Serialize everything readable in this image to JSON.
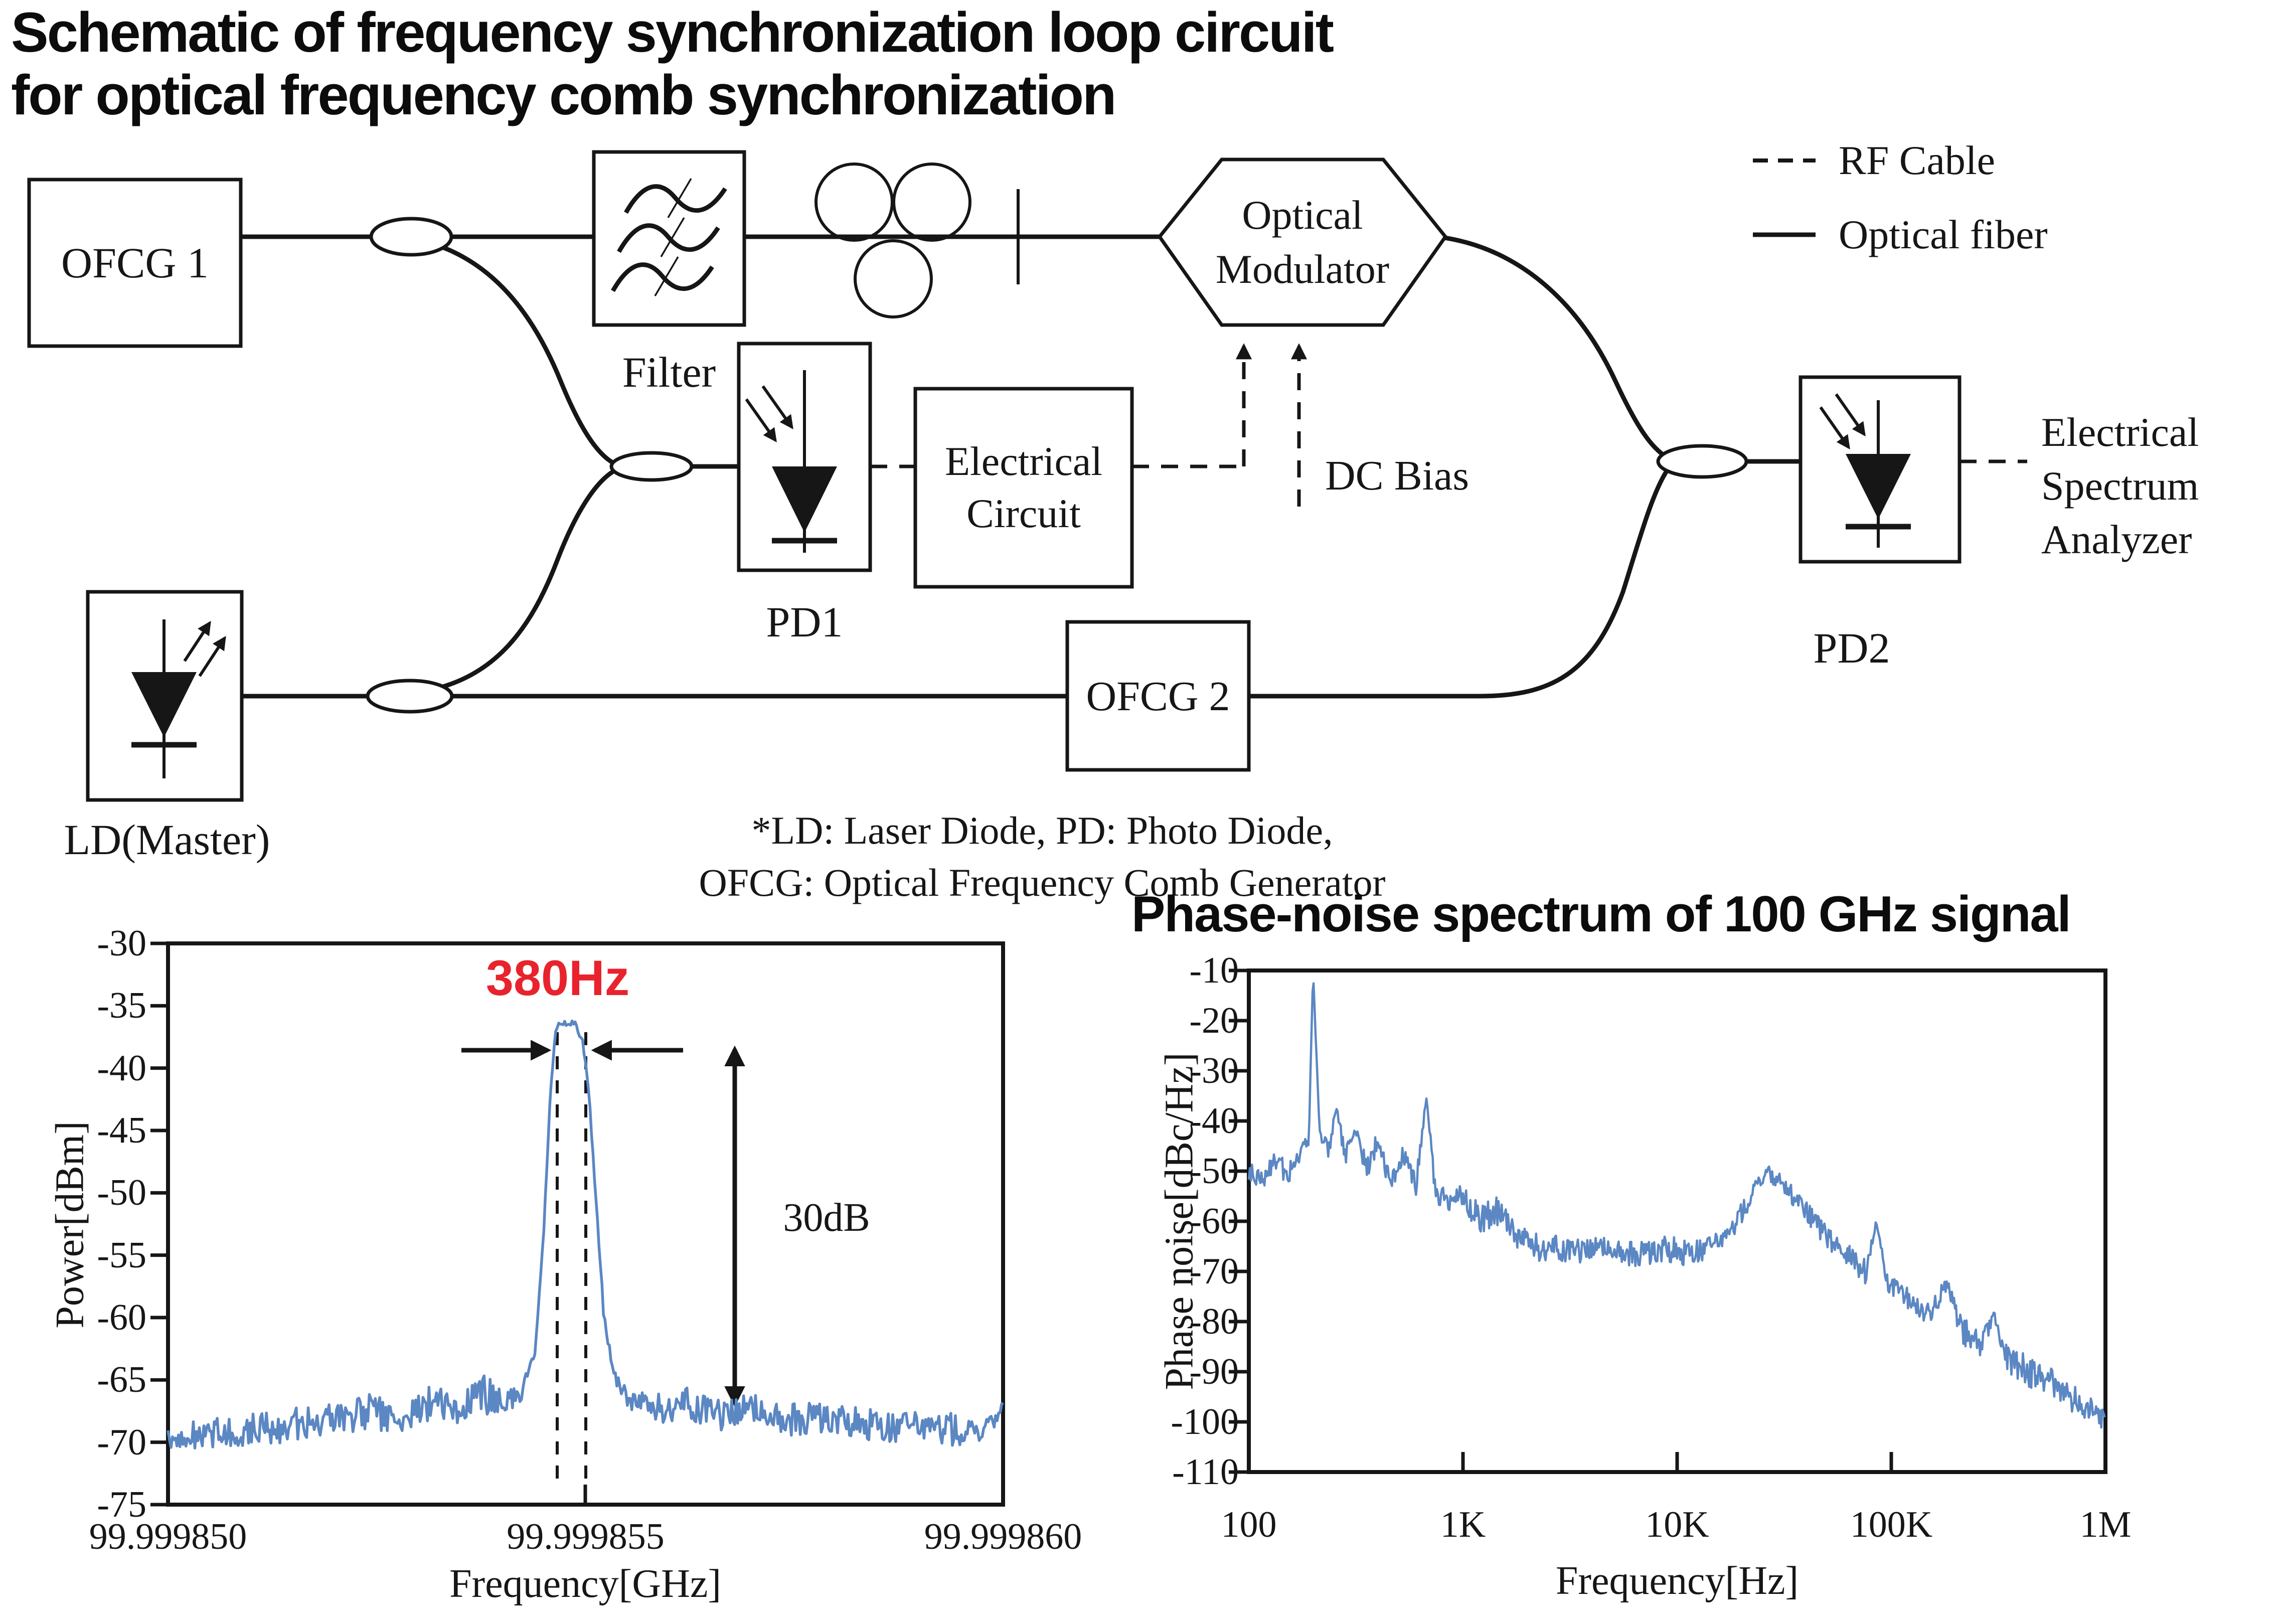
{
  "title": {
    "line1": "Schematic of frequency synchronization loop circuit",
    "line2": "for optical frequency comb synchronization"
  },
  "legend": {
    "rf_cable": "RF Cable",
    "optical_fiber": "Optical fiber"
  },
  "schematic": {
    "ofcg1": "OFCG 1",
    "filter": "Filter",
    "pd1": "PD1",
    "electrical_circuit_line1": "Electrical",
    "electrical_circuit_line2": "Circuit",
    "optical_modulator_line1": "Optical",
    "optical_modulator_line2": "Modulator",
    "dc_bias": "DC Bias",
    "ofcg2": "OFCG 2",
    "ld_master": "LD(Master)",
    "pd2": "PD2",
    "esa_line1": "Electrical",
    "esa_line2": "Spectrum",
    "esa_line3": "Analyzer",
    "footnote_line1": "*LD: Laser Diode, PD: Photo Diode,",
    "footnote_line2": "OFCG: Optical Frequency Comb Generator"
  },
  "colors": {
    "trace": "#5b87c3",
    "annotation_red": "#e8232d",
    "ink": "#161616"
  },
  "chart_data": [
    {
      "type": "line",
      "name": "rf_beat_spectrum",
      "xlabel": "Frequency[GHz]",
      "ylabel": "Power[dBm]",
      "xlim": [
        99.99985,
        99.99986
      ],
      "ylim": [
        -75,
        -30
      ],
      "xticks": {
        "labels": [
          "99.999850",
          "99.999855",
          "99.999860"
        ],
        "fractions": [
          0,
          0.5,
          1
        ]
      },
      "yticks": [
        -30,
        -35,
        -40,
        -45,
        -50,
        -55,
        -60,
        -65,
        -70,
        -75
      ],
      "grid": false,
      "annotations": {
        "peak_width_label": "380Hz",
        "peak_width_hz": 380,
        "height_label": "30dB",
        "height_db": 30,
        "peak_frequency_GHz": 99.9998548,
        "peak_power_dBm": -36.3,
        "noise_floor_dBm": -68.5
      },
      "x_unit_note": "points x = offset above 99.999850 GHz in 1e-6 GHz; third value = noise amplitude dB",
      "points": [
        [
          0,
          -69.8,
          1.2
        ],
        [
          0.6,
          -69.2,
          1.2
        ],
        [
          1.2,
          -68.8,
          1.4
        ],
        [
          1.8,
          -68.3,
          1.3
        ],
        [
          2.4,
          -67.6,
          1.5
        ],
        [
          2.8,
          -68.2,
          1.2
        ],
        [
          3.2,
          -66.6,
          1.5
        ],
        [
          3.5,
          -67.4,
          1.3
        ],
        [
          3.8,
          -66.2,
          1.6
        ],
        [
          4.05,
          -66.9,
          1.0
        ],
        [
          4.25,
          -65.8,
          0.7
        ],
        [
          4.4,
          -62.5,
          0.4
        ],
        [
          4.5,
          -53,
          0.3
        ],
        [
          4.58,
          -42,
          0.2
        ],
        [
          4.64,
          -37.0,
          0.2
        ],
        [
          4.7,
          -36.3,
          0.25
        ],
        [
          4.88,
          -36.5,
          0.25
        ],
        [
          4.97,
          -38.0,
          0.2
        ],
        [
          5.04,
          -42,
          0.2
        ],
        [
          5.12,
          -50,
          0.3
        ],
        [
          5.22,
          -60,
          0.4
        ],
        [
          5.34,
          -64.8,
          0.6
        ],
        [
          5.5,
          -66.5,
          1.0
        ],
        [
          5.8,
          -67.2,
          1.3
        ],
        [
          6.2,
          -67.0,
          1.4
        ],
        [
          6.6,
          -67.8,
          1.3
        ],
        [
          7.0,
          -67.5,
          1.5
        ],
        [
          7.4,
          -68.2,
          1.3
        ],
        [
          7.8,
          -67.9,
          1.4
        ],
        [
          8.2,
          -68.4,
          1.3
        ],
        [
          8.6,
          -68.8,
          1.3
        ],
        [
          9.0,
          -68.5,
          1.4
        ],
        [
          9.4,
          -69.0,
          1.3
        ],
        [
          9.7,
          -69.2,
          1.0
        ],
        [
          9.9,
          -68.3,
          0.5
        ],
        [
          10,
          -66.8,
          0.3
        ]
      ]
    },
    {
      "type": "line",
      "name": "phase_noise_spectrum",
      "title": "Phase-noise spectrum of 100 GHz signal",
      "xlabel": "Frequency[Hz]",
      "ylabel": "Phase noise[dBc/Hz]",
      "xscale": "log",
      "xlim": [
        100,
        1000000
      ],
      "ylim": [
        -110,
        -10
      ],
      "xticks": {
        "labels": [
          "100",
          "1K",
          "10K",
          "100K",
          "1M"
        ],
        "fractions": [
          0,
          0.25,
          0.5,
          0.75,
          1
        ]
      },
      "yticks": [
        -10,
        -20,
        -30,
        -40,
        -50,
        -60,
        -70,
        -80,
        -90,
        -100,
        -110
      ],
      "grid": false,
      "x_unit_note": "points x = log10(frequency in Hz); third value = noise amplitude dB",
      "points": [
        [
          2.0,
          -50,
          2
        ],
        [
          2.06,
          -52,
          2
        ],
        [
          2.12,
          -47,
          2.5
        ],
        [
          2.18,
          -51,
          2
        ],
        [
          2.24,
          -46,
          2
        ],
        [
          2.28,
          -44,
          1
        ],
        [
          2.3,
          -10,
          0
        ],
        [
          2.33,
          -42,
          1
        ],
        [
          2.37,
          -46,
          2
        ],
        [
          2.41,
          -38,
          1
        ],
        [
          2.45,
          -47,
          2
        ],
        [
          2.5,
          -41,
          2
        ],
        [
          2.55,
          -50,
          2.5
        ],
        [
          2.6,
          -44,
          2
        ],
        [
          2.66,
          -52,
          2.5
        ],
        [
          2.72,
          -47,
          2
        ],
        [
          2.78,
          -53,
          2
        ],
        [
          2.83,
          -35,
          0.6
        ],
        [
          2.87,
          -54,
          2
        ],
        [
          2.93,
          -56,
          2.5
        ],
        [
          3.0,
          -55,
          3
        ],
        [
          3.08,
          -60,
          3
        ],
        [
          3.16,
          -58,
          3
        ],
        [
          3.25,
          -63,
          3
        ],
        [
          3.35,
          -65,
          3
        ],
        [
          3.5,
          -66,
          2.5
        ],
        [
          3.65,
          -65.5,
          2.5
        ],
        [
          3.8,
          -66.5,
          2.5
        ],
        [
          3.95,
          -65.5,
          3
        ],
        [
          4.05,
          -66.5,
          2.5
        ],
        [
          4.15,
          -65,
          2.5
        ],
        [
          4.25,
          -62,
          2
        ],
        [
          4.32,
          -57,
          2
        ],
        [
          4.38,
          -52,
          1.5
        ],
        [
          4.43,
          -50.5,
          1.5
        ],
        [
          4.5,
          -53,
          2
        ],
        [
          4.58,
          -57,
          2
        ],
        [
          4.68,
          -62,
          2.5
        ],
        [
          4.78,
          -66,
          2.5
        ],
        [
          4.88,
          -70,
          2.5
        ],
        [
          4.93,
          -60,
          0.5
        ],
        [
          4.98,
          -72,
          2
        ],
        [
          5.08,
          -75,
          2.5
        ],
        [
          5.18,
          -78,
          3
        ],
        [
          5.26,
          -72.5,
          1
        ],
        [
          5.33,
          -82,
          3
        ],
        [
          5.42,
          -85,
          3
        ],
        [
          5.48,
          -79,
          1
        ],
        [
          5.54,
          -87,
          3
        ],
        [
          5.64,
          -90,
          3
        ],
        [
          5.74,
          -92,
          3
        ],
        [
          5.84,
          -95,
          3
        ],
        [
          5.92,
          -97,
          2.5
        ],
        [
          6.0,
          -100,
          2
        ]
      ]
    }
  ]
}
